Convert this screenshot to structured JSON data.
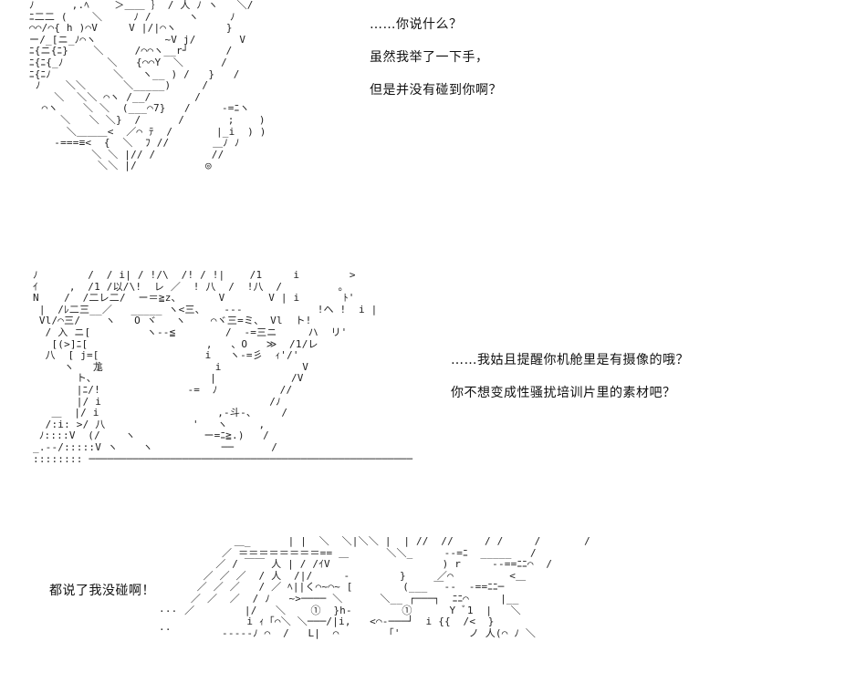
{
  "panel_1": {
    "art": [
      "ﾉ      ,.ﾍ    ＞＿＿ ｝ / 人 ﾉ ヽ   ＼/",
      "ﾆ二二 (    ＼     ﾉ /      ヽ     ﾉ",
      "⌒⌒/⌒{ h )⌒V     V |/|⌒ヽ        }",
      "ー/_[ニ_ﾉ⌒ヽ           ~V j/       V",
      "ﾆ{ニ{ﾆ}    ＼     /⌒⌒ヽ__r┘      /",
      "ﾆ{ﾆ{_ﾉ       ＼   {⌒⌒Y  ＼      /",
      "ﾆ{ﾆﾉ          ＼   ヽ__ ) /   }   /",
      " ﾉ    ＼＼      ＼_____)     /",
      "    ＼  ＼＼ ⌒ヽ /__/       /",
      "  ⌒ヽ    ＼ ＼  (___⌒7}   /     -=ﾆヽ",
      "     ＼   ＼ ＼}  /      /       ;    )",
      "      ＼＿＿＿<  ／⌒ ﾃ  /       |_i  ) )",
      "    -===≡<  {  ＼  ﾌ //       ＿ﾉ ﾉ",
      "          ＼ ＼ |// /         //",
      "           ＼＼ |/           ◎"
    ],
    "dialogue": [
      "……你说什么？",
      "虽然我举了一下手，",
      "但是并没有碰到你啊？"
    ]
  },
  "panel_2": {
    "art": [
      "ﾉ        /  / i| / !/\\  /! / !|    /1     i        >",
      "ｲ     ,  /1 /以/\\!  レ ／  ! 八  /  !八  /         ｡",
      "N    /  /二レ二/  ー＝≧z、      V       V | i       ﾄ'",
      " |  /ﾚ二三__／   _____ ヽ<三、   ---            !ヘ !  i |",
      " Vl/⌒三/    ヽ   O ヾ   ヽ    ⌒ヾ三=ミ、 Vl  ト!",
      "  / 入 ニ[         ヽ--≦        /  -=三ニ     ハ  リ'",
      "   [(>]ﾆ[                   ,   、O   ≫  /1/レ",
      "  八  [ j=[                 i   ヽ-=彡  ｨ'/'",
      "     ヽ   尨                  i             V",
      "       ト､                   |            /V",
      "       |ﾆ/!              -=  ﾉ          //",
      "       |/ i                           /ﾉ",
      "   ＿  |/ i                   ,-斗-、    /",
      "  /:i: >/ 八              '   ヽ     ,",
      " ﾉ::::V  (/    ヽ           ー=ﾆ≧.)   /",
      "_.--/:::::V ヽ    ヽ           ──      /",
      ":::::::: ────────────────────────────────────────────────────"
    ],
    "dialogue": [
      "……我姑且提醒你机舱里是有摄像的哦？",
      "你不想变成性骚扰培训片里的素材吧？"
    ]
  },
  "panel_3": {
    "art": [
      "             ＿_      | |  ＼  ＼|＼＼ |  | //  //     / /     /       /￣￣￣",
      "           ／ ＝＝＝＝＝＝＝＝== ＿      ＼＼_     --=ﾆ  _____   /",
      "          ／ / ￣￣ 人 | / /ｲV                  ) r     --==ﾆﾆ⌒  /",
      "        ／ ／ ／  / 人  /|/     -        }     ／⌒         <＿",
      "       ／ ／ ／   / ／ ﾍ||く⌒~⌒~ [        (___ ￣--  -==ﾆﾆ─",
      "      ／ ／  ／  / ﾉ   ~>──── ＼      ＼__ ┌───┐  ﾆﾆ⌒     |__",
      "     ／        |/   ＼    ①  }h-        ①      Y ﾞ1  |   ＼",
      "               i ｨ「⌒＼ ＼───/|i,   <⌒-───┘  i {{  /<  }",
      "           -----ﾉ ⌒  /   L|  ⌒        ｢'           ノ 人(⌒ ﾉ ＼"
    ],
    "side_marks": [
      "...",
      ".."
    ],
    "dialogue": [
      "都说了我没碰啊！"
    ]
  }
}
